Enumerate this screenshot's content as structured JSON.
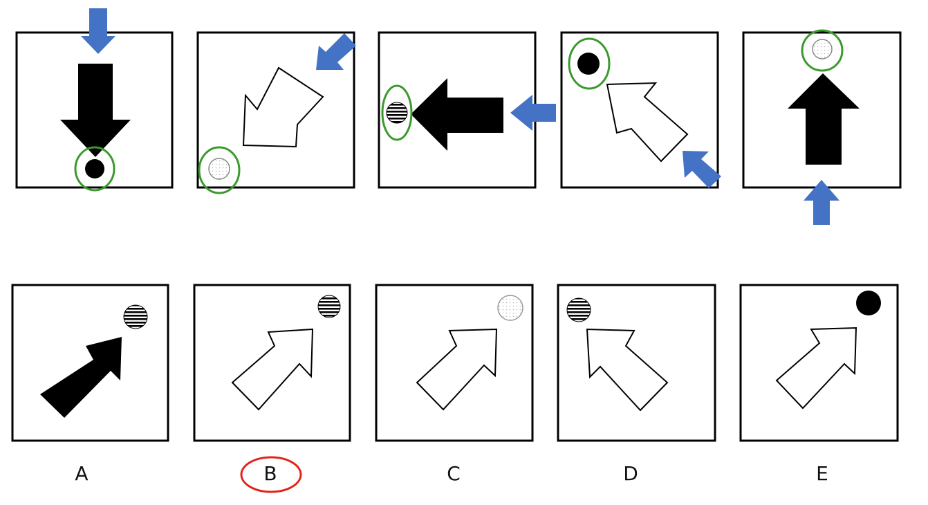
{
  "colors": {
    "border": "#000000",
    "fill_black": "#000000",
    "fill_white": "#ffffff",
    "pointer_blue": "#4472c4",
    "highlight_green": "#3a9a2c",
    "answer_red": "#e2231a",
    "stripe": "#000000",
    "dot": "#bbbbbb"
  },
  "icons": {
    "sequence_arrow": "block-arrow-icon",
    "pointer": "blue-pointer-arrow-icon",
    "ball": "circle-marker-icon",
    "highlight": "green-ellipse-icon",
    "answer_mark": "red-ellipse-icon"
  },
  "sequence": [
    {
      "arrow_direction": "down",
      "arrow_fill": "black",
      "ball_style": "solid",
      "pointer_side": "top"
    },
    {
      "arrow_direction": "down-left",
      "arrow_fill": "white",
      "ball_style": "dotted",
      "pointer_side": "top-right"
    },
    {
      "arrow_direction": "left",
      "arrow_fill": "black",
      "ball_style": "striped",
      "pointer_side": "right"
    },
    {
      "arrow_direction": "up-left",
      "arrow_fill": "white",
      "ball_style": "solid",
      "pointer_side": "bottom-right"
    },
    {
      "arrow_direction": "up",
      "arrow_fill": "black",
      "ball_style": "dotted",
      "pointer_side": "bottom"
    }
  ],
  "options": [
    {
      "label": "A",
      "arrow_direction": "up-right",
      "arrow_fill": "black",
      "ball_style": "striped",
      "ball_corner": "top-right",
      "selected": false
    },
    {
      "label": "B",
      "arrow_direction": "up-right",
      "arrow_fill": "white",
      "ball_style": "striped",
      "ball_corner": "top-right",
      "selected": true
    },
    {
      "label": "C",
      "arrow_direction": "up-right",
      "arrow_fill": "white",
      "ball_style": "dotted",
      "ball_corner": "top-right",
      "selected": false
    },
    {
      "label": "D",
      "arrow_direction": "up-left",
      "arrow_fill": "white",
      "ball_style": "striped",
      "ball_corner": "top-left",
      "selected": false
    },
    {
      "label": "E",
      "arrow_direction": "up-right",
      "arrow_fill": "white",
      "ball_style": "solid",
      "ball_corner": "top-right",
      "selected": false
    }
  ]
}
